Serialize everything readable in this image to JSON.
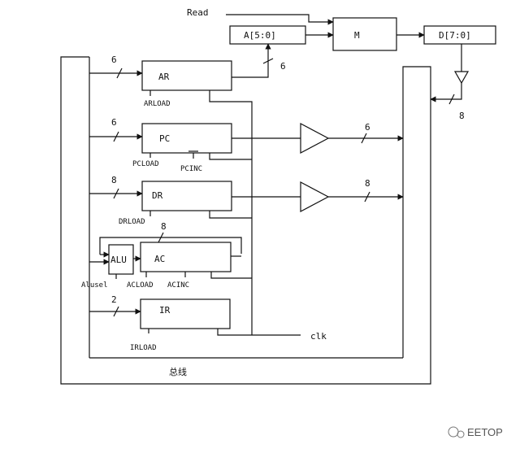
{
  "signals": {
    "read": "Read",
    "clk": "clk",
    "bus": "总线"
  },
  "blocks": {
    "address": "A[5:0]",
    "memory": "M",
    "data_out": "D[7:0]",
    "ar": "AR",
    "pc": "PC",
    "dr": "DR",
    "alu": "ALU",
    "ac": "AC",
    "ir": "IR"
  },
  "controls": {
    "arload": "ARLOAD",
    "pcload": "PCLOAD",
    "pcinc": "PCINC",
    "drload": "DRLOAD",
    "alusel": "Alusel",
    "acload": "ACLOAD",
    "acinc": "ACINC",
    "irload": "IRLOAD"
  },
  "widths": {
    "ar_in": "6",
    "ar_to_a": "6",
    "pc_in": "6",
    "pc_out": "6",
    "dr_in": "8",
    "dr_out": "8",
    "ac_loop": "8",
    "ir_in": "2",
    "mem_to_bus": "8"
  },
  "watermark": "EETOP",
  "colors": {
    "line": "#111111",
    "background": "#ffffff",
    "watermark": "#555555"
  }
}
